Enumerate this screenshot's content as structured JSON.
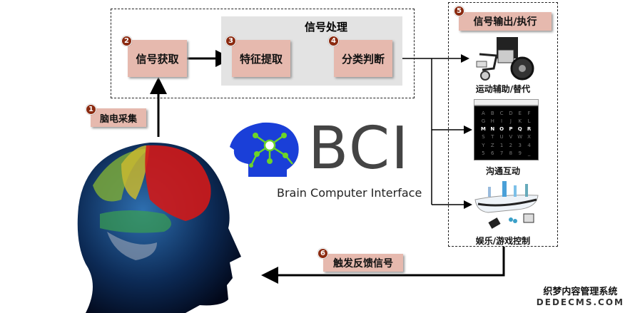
{
  "processing_group": {
    "title": "信号处理"
  },
  "steps": [
    {
      "num": "1",
      "label": "脑电采集"
    },
    {
      "num": "2",
      "label": "信号获取"
    },
    {
      "num": "3",
      "label": "特征提取"
    },
    {
      "num": "4",
      "label": "分类判断"
    },
    {
      "num": "5",
      "label": "信号输出/执行"
    },
    {
      "num": "6",
      "label": "触发反馈信号"
    }
  ],
  "outputs": [
    {
      "label": "运动辅助/替代",
      "icon": "wheelchair-icon"
    },
    {
      "label": "沟通互动",
      "icon": "speller-grid-icon"
    },
    {
      "label": "娱乐/游戏控制",
      "icon": "game-devices-icon"
    }
  ],
  "speller": {
    "rows": [
      [
        "A",
        "B",
        "C",
        "D",
        "E",
        "F"
      ],
      [
        "G",
        "H",
        "I",
        "J",
        "K",
        "L"
      ],
      [
        "M",
        "N",
        "O",
        "P",
        "Q",
        "R"
      ],
      [
        "S",
        "T",
        "U",
        "V",
        "W",
        "X"
      ],
      [
        "Y",
        "Z",
        "1",
        "2",
        "3",
        "4"
      ],
      [
        "5",
        "6",
        "7",
        "8",
        "9",
        "_"
      ]
    ],
    "highlight_row": 2
  },
  "logo": {
    "title": "BCI",
    "subtitle": "Brain Computer Interface"
  },
  "watermark": {
    "line1": "织梦内容管理系统",
    "line2": "DEDECMS.COM"
  },
  "colors": {
    "box": "#e6b9ae",
    "badge": "#8b2a10",
    "logo_blue": "#1a3fd8",
    "logo_text": "#444444"
  }
}
